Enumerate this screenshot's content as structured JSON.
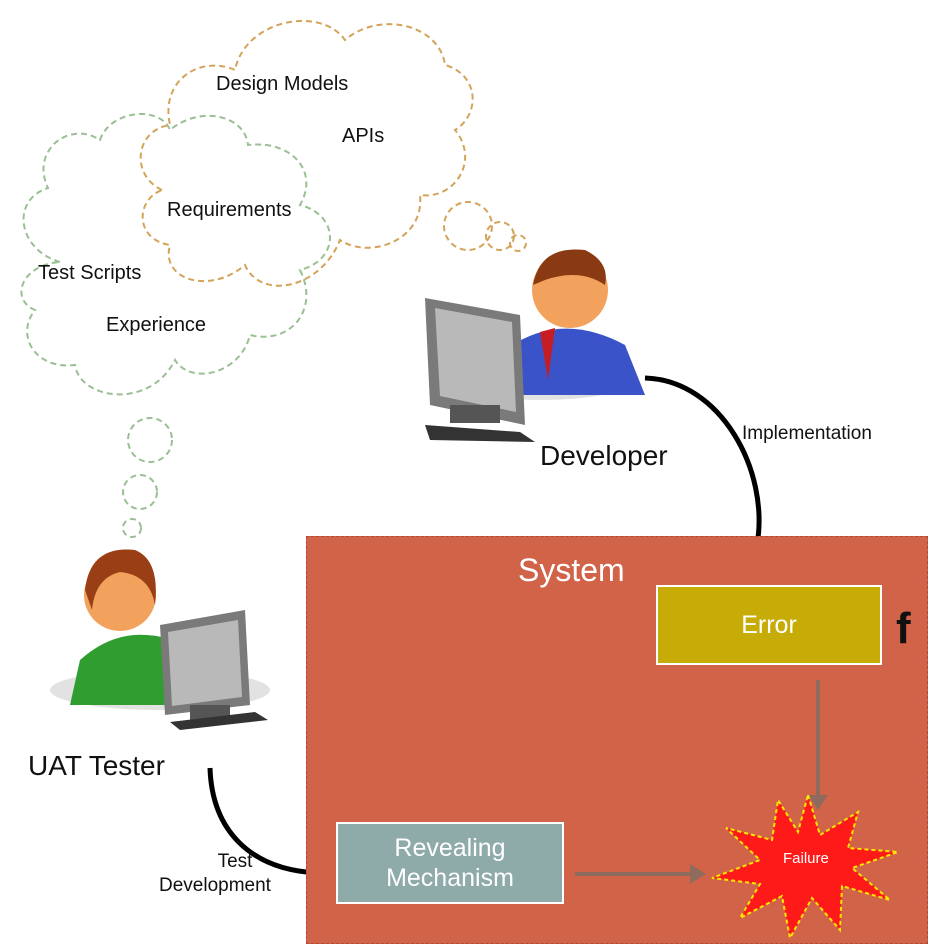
{
  "thoughts": {
    "developer": [
      "Design Models",
      "APIs",
      "Requirements"
    ],
    "tester": [
      "Test Scripts",
      "Experience"
    ]
  },
  "actors": {
    "developer": "Developer",
    "tester": "UAT Tester"
  },
  "edges": {
    "implementation": "Implementation",
    "test_development_1": "Test",
    "test_development_2": "Development"
  },
  "system": {
    "title": "System",
    "error": "Error",
    "revealing_1": "Revealing",
    "revealing_2": "Mechanism",
    "failure": "Failure"
  },
  "stray_glyph": "f",
  "colors": {
    "system": "#d16349",
    "error": "#c7ac07",
    "revealing": "#8eaaa9",
    "failure": "#ff1a1a",
    "failure_outline": "#ffe600",
    "developer_cloud": "#d4a35a",
    "tester_cloud": "#9bbf94"
  }
}
